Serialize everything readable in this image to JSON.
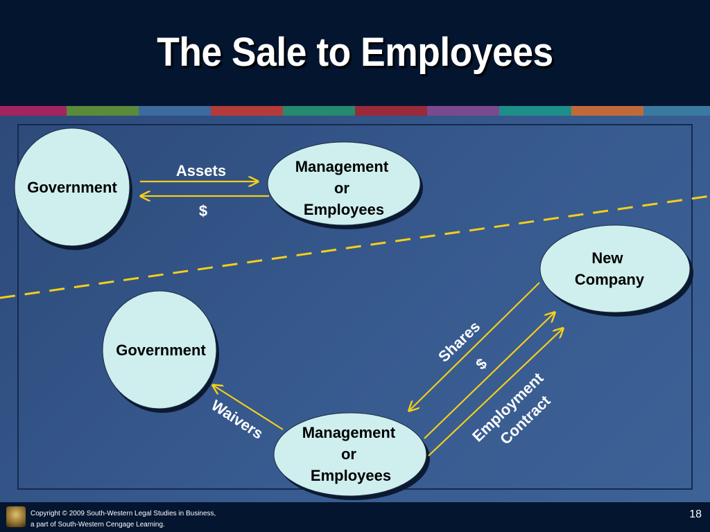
{
  "slide": {
    "title": "The Sale to Employees",
    "page_number": "18"
  },
  "footer": {
    "copyright_line1": "Copyright © 2009 South-Western Legal Studies in Business,",
    "copyright_line2": "a part of South-Western Cengage Learning."
  },
  "colors": {
    "background": "#2d4a7a",
    "header": "#041530",
    "node_fill": "#cfeeee",
    "arrow": "#f5cf1a",
    "divider": "#f5cf1a",
    "stripes": [
      "#a3245f",
      "#5a8a3a",
      "#3c6b9e",
      "#b53a3a",
      "#258a6e",
      "#9a2a3a",
      "#7a4a8e",
      "#1e8e8a",
      "#c06a3a",
      "#3a7aa0"
    ]
  },
  "top_scenario": {
    "government": "Government",
    "management": [
      "Management",
      "or",
      "Employees"
    ],
    "assets_label": "Assets",
    "money_label": "$"
  },
  "bottom_scenario": {
    "government": "Government",
    "new_company": [
      "New",
      "Company"
    ],
    "management": [
      "Management",
      "or",
      "Employees"
    ],
    "waivers_label": "Waivers",
    "shares_label": "Shares",
    "money_label": "$",
    "employment_label": [
      "Employment",
      "Contract"
    ]
  }
}
